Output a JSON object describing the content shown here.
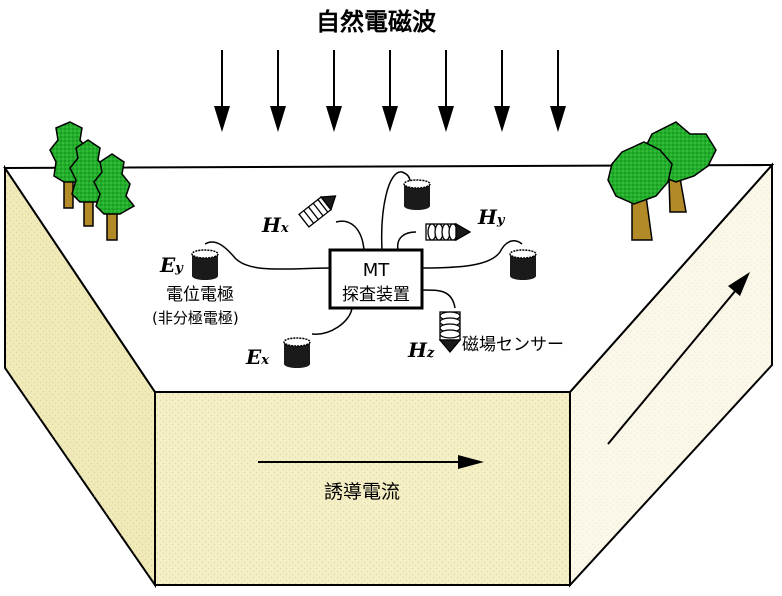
{
  "diagram": {
    "title": "自然電磁波",
    "device_line1": "MT",
    "device_line2": "探査装置",
    "electrode_label": "電位電極",
    "electrode_sub": "(非分極電極)",
    "sensor_label": "磁場センサー",
    "induced_current": "誘導電流",
    "labels": {
      "hx": {
        "main": "H",
        "sub": "x"
      },
      "hy": {
        "main": "H",
        "sub": "y"
      },
      "hz": {
        "main": "H",
        "sub": "z"
      },
      "ex": {
        "main": "E",
        "sub": "x"
      },
      "ey": {
        "main": "E",
        "sub": "y"
      }
    }
  },
  "colors": {
    "ground_front": "#F4EFC4",
    "ground_side": "#F0EAB8",
    "ground_right": "#FBF8EA",
    "surface": "#FFFFFF",
    "tree_leaf": "#22B02A",
    "tree_trunk": "#B28A28",
    "sensor_black": "#1A1A1A"
  },
  "icons": [
    "arrow-down-icon",
    "tree-icon",
    "electrode-icon",
    "coil-sensor-icon",
    "current-arrow-icon"
  ]
}
